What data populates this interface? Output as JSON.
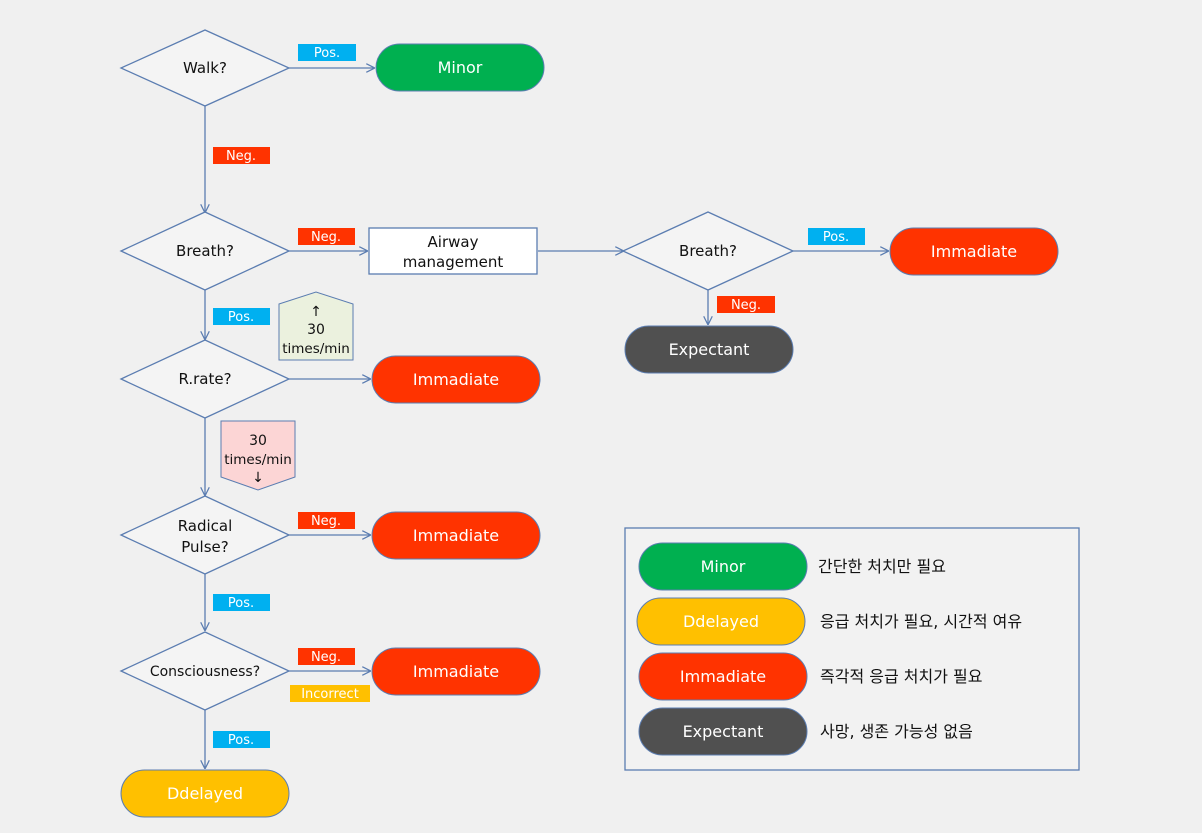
{
  "colors": {
    "minor": "#00b050",
    "delayed": "#ffc000",
    "immediate": "#ff3300",
    "expectant": "#505050",
    "pos_tag": "#00b0f0",
    "neg_tag": "#ff3300",
    "incorrect_tag": "#ffc000",
    "line": "#5b7db1"
  },
  "decisions": {
    "walk": "Walk?",
    "breath": "Breath?",
    "rrate": "R.rate?",
    "radical_line1": "Radical",
    "radical_line2": "Pulse?",
    "consciousness": "Consciousness?",
    "breath2": "Breath?"
  },
  "process": {
    "airway_line1": "Airway",
    "airway_line2": "management"
  },
  "outcomes": {
    "walk_pos": "Minor",
    "rrate_high": "Immadiate",
    "radical_neg": "Immadiate",
    "consciousness_neg": "Immadiate",
    "consciousness_pos": "Ddelayed",
    "breath2_pos": "Immadiate",
    "breath2_neg": "Expectant"
  },
  "tags": {
    "walk_pos": "Pos.",
    "walk_neg": "Neg.",
    "breath_neg": "Neg.",
    "breath_pos": "Pos.",
    "radical_neg": "Neg.",
    "radical_pos": "Pos.",
    "consciousness_neg": "Neg.",
    "consciousness_incorrect": "Incorrect",
    "consciousness_pos": "Pos.",
    "breath2_pos": "Pos.",
    "breath2_neg": "Neg."
  },
  "thresholds": {
    "above_arrow": "↑",
    "above_value": "30",
    "above_unit": "times/min",
    "below_value": "30",
    "below_unit": "times/min",
    "below_arrow": "↓"
  },
  "legend": [
    {
      "label": "Minor",
      "desc": "간단한 처치만 필요",
      "color_key": "minor"
    },
    {
      "label": "Ddelayed",
      "desc": "응급 처치가 필요, 시간적 여유",
      "color_key": "delayed"
    },
    {
      "label": "Immadiate",
      "desc": "즉각적 응급 처치가 필요",
      "color_key": "immediate"
    },
    {
      "label": "Expectant",
      "desc": "사망, 생존 가능성 없음",
      "color_key": "expectant"
    }
  ]
}
